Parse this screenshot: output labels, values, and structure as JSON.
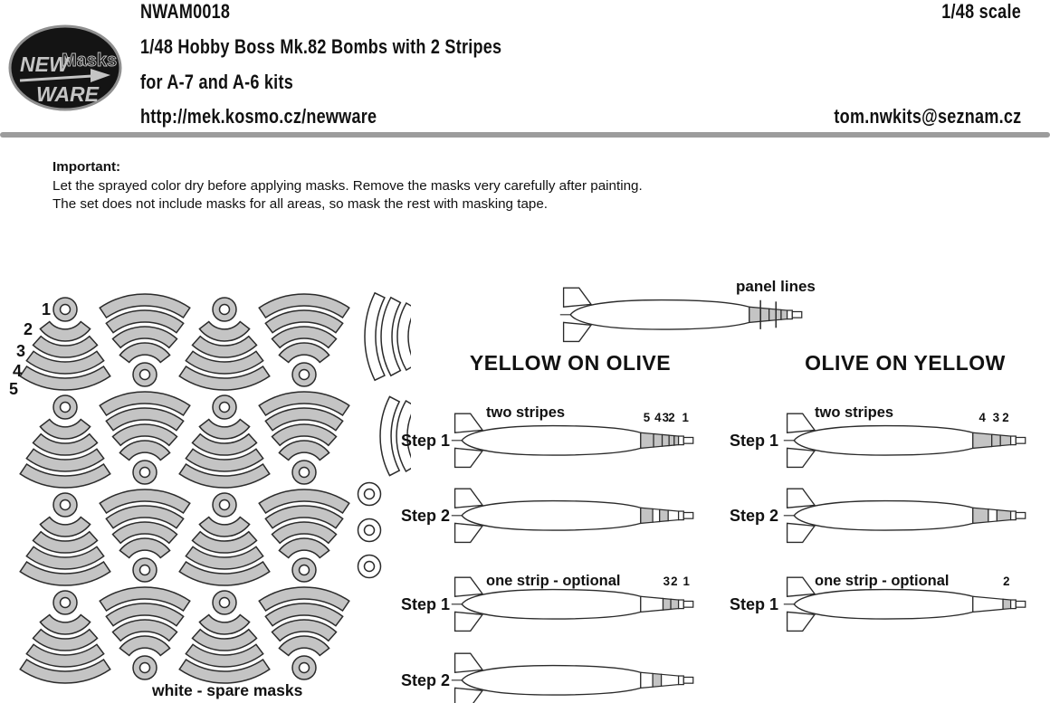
{
  "header": {
    "product_code": "NWAM0018",
    "title": "1/48 Hobby Boss Mk.82 Bombs with 2 Stripes",
    "subtitle": "for A-7 and A-6 kits",
    "url": "http://mek.kosmo.cz/newware",
    "scale": "1/48 scale",
    "email": "tom.nwkits@seznam.cz",
    "logo": {
      "new": "NEW",
      "masks": "Masks",
      "ware": "WARE"
    }
  },
  "important": {
    "heading": "Important:",
    "line1": "Let the sprayed color dry before applying masks. Remove the masks very carefully after painting.",
    "line2": "The set does not include masks for all areas, so mask the rest with masking tape."
  },
  "masks_panel": {
    "item_numbers": [
      "1",
      "2",
      "3",
      "4",
      "5"
    ],
    "caption": "white - spare masks"
  },
  "panel_lines_label": "panel lines",
  "columns": [
    {
      "heading": "YELLOW ON OLIVE",
      "steps": [
        {
          "label": "Step 1",
          "note": "two stripes",
          "numbers": [
            "5",
            "4",
            "3",
            "2",
            "1"
          ]
        },
        {
          "label": "Step 2"
        },
        {
          "label": "Step 1",
          "note": "one strip - optional",
          "numbers": [
            "3",
            "2",
            "1"
          ]
        },
        {
          "label": "Step 2"
        }
      ]
    },
    {
      "heading": "OLIVE ON YELLOW",
      "steps": [
        {
          "label": "Step 1",
          "note": "two stripes",
          "numbers": [
            "4",
            "3",
            "2"
          ]
        },
        {
          "label": "Step 2"
        },
        {
          "label": "Step 1",
          "note": "one strip - optional",
          "numbers": [
            "2"
          ]
        }
      ]
    }
  ],
  "colors": {
    "mask_gray": "#c4c4c4",
    "outline": "#2b2b2b",
    "divider": "#9c9c9c"
  }
}
